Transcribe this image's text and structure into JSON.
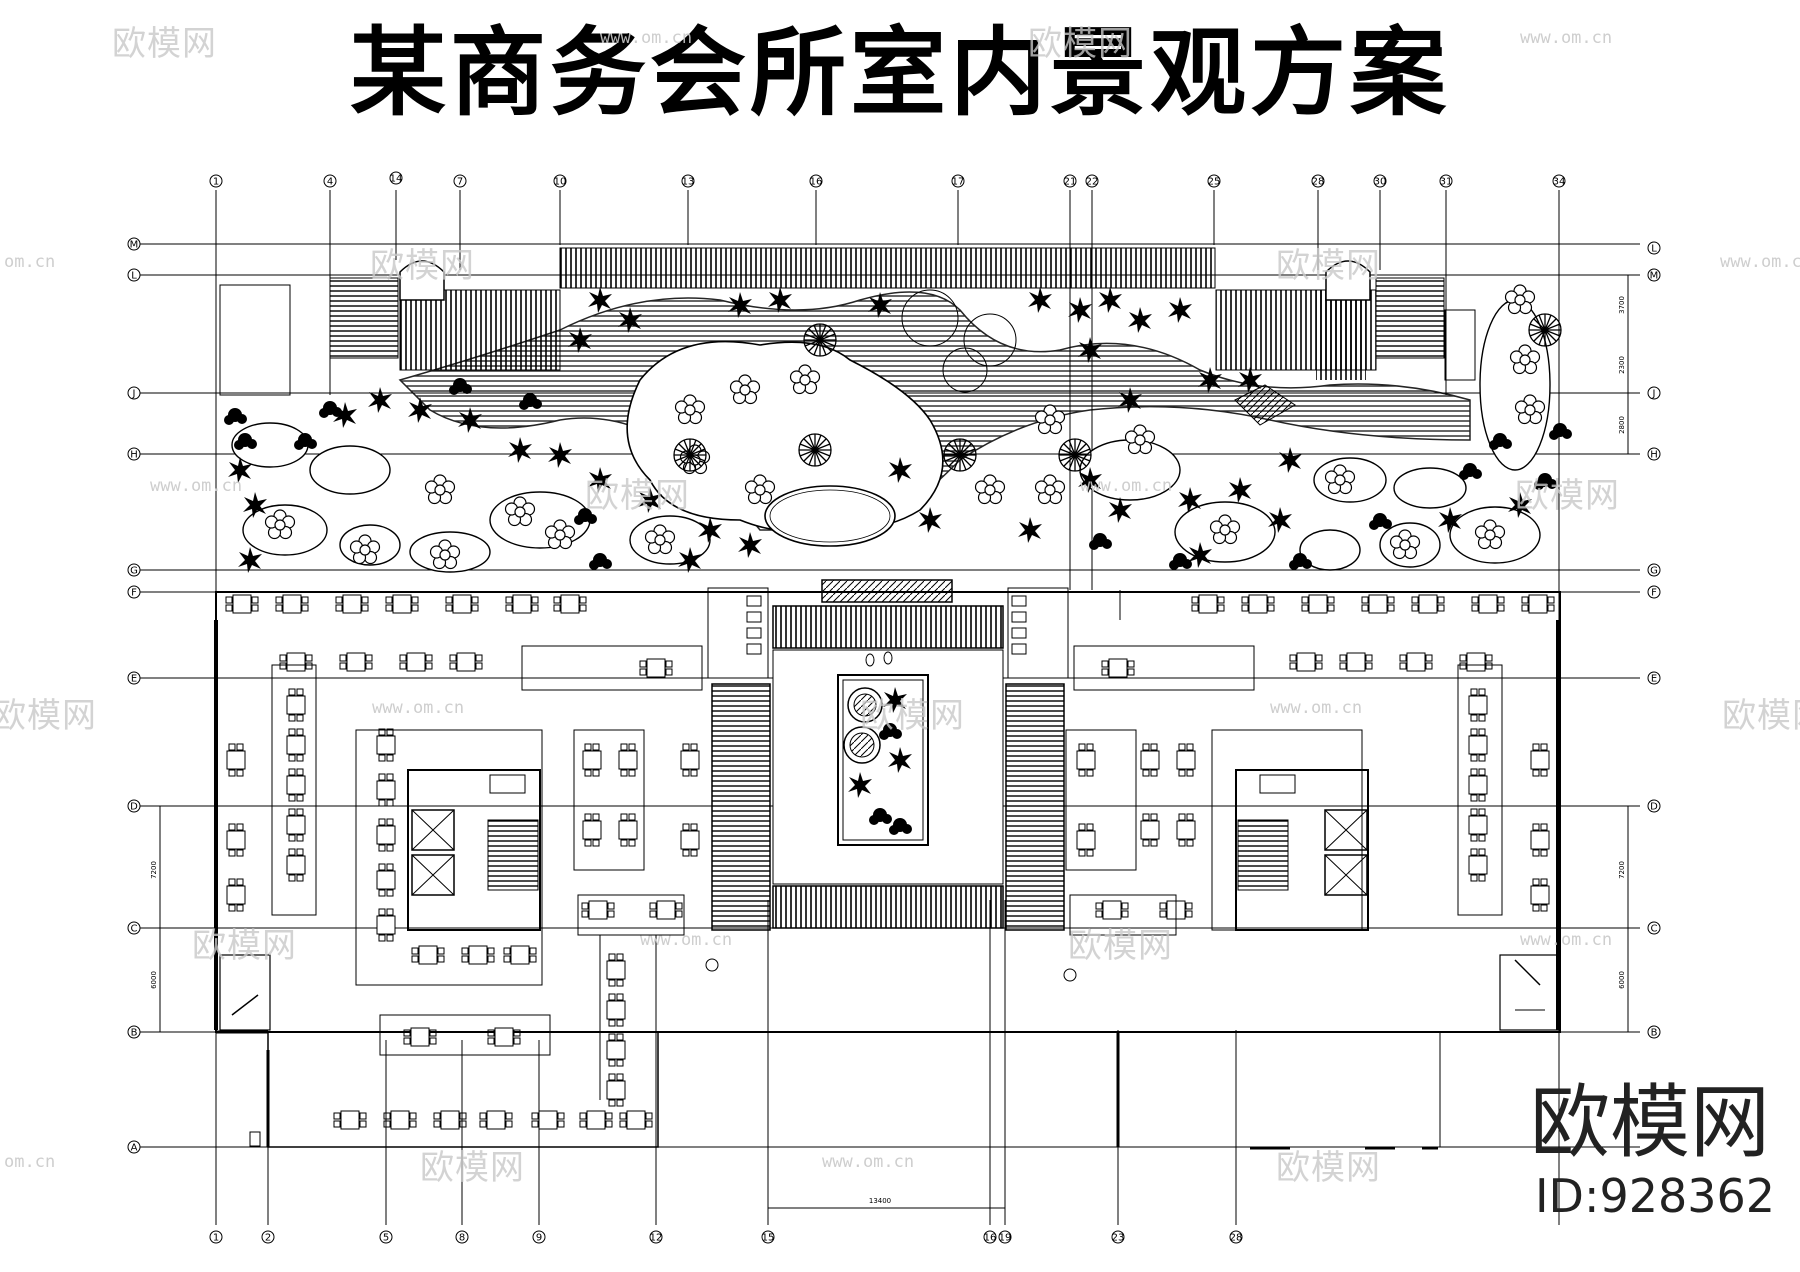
{
  "title": "某商务会所室内景观方案",
  "watermark": {
    "brand": "欧模网",
    "url": "www.om.cn",
    "url_short": "om.cn"
  },
  "brand_mark": {
    "name": "欧模网",
    "id": "ID:928362"
  },
  "grid": {
    "top_axes": [
      "1",
      "4",
      "14",
      "7",
      "10",
      "13",
      "16",
      "17",
      "21",
      "22",
      "25",
      "28",
      "30",
      "31",
      "34"
    ],
    "bottom_axes": [
      "1",
      "2",
      "5",
      "8",
      "9",
      "12",
      "15",
      "16",
      "19",
      "23",
      "28"
    ],
    "row_axes": [
      "M",
      "L",
      "J",
      "H",
      "G",
      "F",
      "E",
      "D",
      "C",
      "B",
      "A"
    ]
  },
  "dimensions": {
    "bottom_span": "13400",
    "left_upper": "7200",
    "left_lower": "6000",
    "right_upper": "7200",
    "right_lower": "6000",
    "right_top_a": "3700",
    "right_top_b": "2300",
    "right_top_c": "2800"
  },
  "colors": {
    "ink": "#000000",
    "watermark": "#c9c9c9",
    "paper": "#ffffff"
  }
}
